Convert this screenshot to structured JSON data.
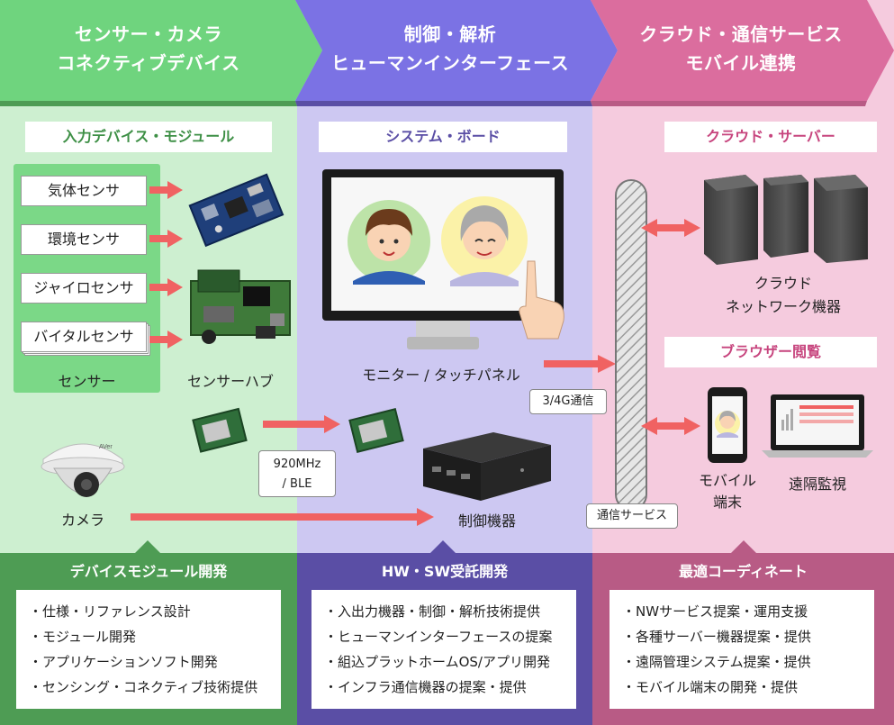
{
  "colors": {
    "green_light": "#cdefd0",
    "green_header": "#6fd47e",
    "green_dark": "#4e9c54",
    "purple_light": "#cdc8f2",
    "purple_header": "#7b72e4",
    "purple_dark": "#5a4ea5",
    "pink_light": "#f5cbde",
    "pink_header": "#db6d9e",
    "pink_dark": "#b85b85",
    "arrow": "#f06262"
  },
  "columns": {
    "left": {
      "header_line1": "センサー・カメラ",
      "header_line2": "コネクティブデバイス",
      "section_title": "入力デバイス・モジュール",
      "sensors": [
        "気体センサ",
        "環境センサ",
        "ジャイロセンサ",
        "バイタルセンサ"
      ],
      "sensor_group_label": "センサー",
      "hub_label": "センサーハブ",
      "camera_label": "カメラ",
      "bottom_title": "デバイスモジュール開発",
      "bullets": [
        "仕様・リファレンス設計",
        "モジュール開発",
        "アプリケーションソフト開発",
        "センシング・コネクティブ技術提供"
      ]
    },
    "middle": {
      "header_line1": "制御・解析",
      "header_line2": "ヒューマンインターフェース",
      "section_title": "システム・ボード",
      "monitor_label": "モニター / タッチパネル",
      "controller_label": "制御機器",
      "bottom_title": "HW・SW受託開発",
      "bullets": [
        "入出力機器・制御・解析技術提供",
        "ヒューマンインターフェースの提案",
        "組込プラットホームOS/アプリ開発",
        "インフラ通信機器の提案・提供"
      ]
    },
    "right": {
      "header_line1": "クラウド・通信サービス",
      "header_line2": "モバイル連携",
      "section_title": "クラウド・サーバー",
      "cloud_label_line1": "クラウド",
      "cloud_label_line2": "ネットワーク機器",
      "browser_title": "ブラウザー閲覧",
      "mobile_label_line1": "モバイル",
      "mobile_label_line2": "端末",
      "remote_label": "遠隔監視",
      "bottom_title": "最適コーディネート",
      "bullets": [
        "NWサービス提案・運用支援",
        "各種サーバー機器提案・提供",
        "遠隔管理システム提案・提供",
        "モバイル端末の開発・提供"
      ]
    }
  },
  "tags": {
    "radio_line1": "920MHz",
    "radio_line2": "/ BLE",
    "mobile_net": "3/4G通信",
    "comm_service": "通信サービス"
  }
}
